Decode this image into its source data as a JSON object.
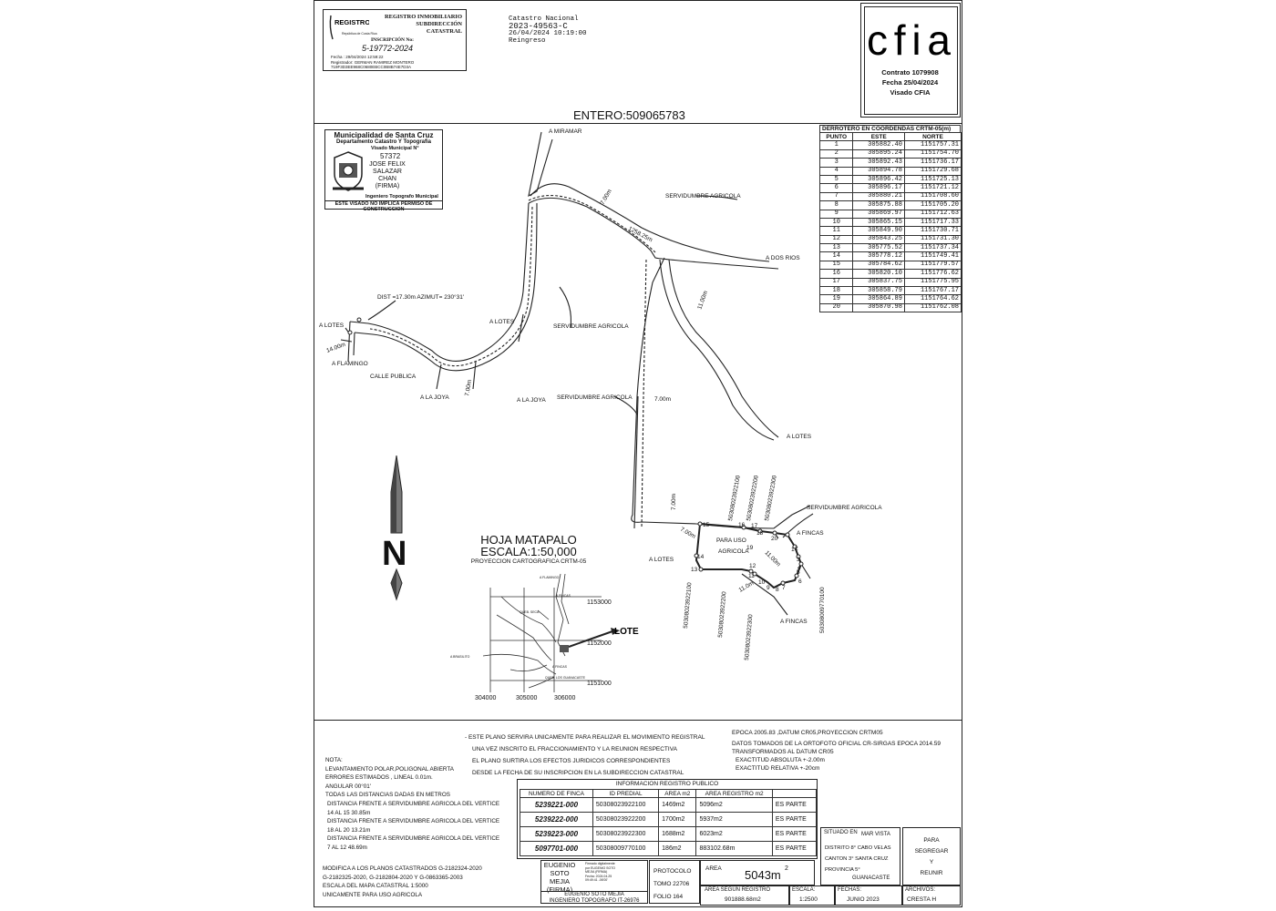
{
  "registro": {
    "logo_text": "REGISTRO NACIONAL",
    "logo_sub": "República de Costa Rica",
    "line1": "REGISTRO INMOBILIARIO",
    "line2": "SUBDIRECCIÓN",
    "line3": "CATASTRAL",
    "inscripcion_label": "INSCRIPCIÓN No:",
    "inscripcion_num": "5-19772-2024",
    "fecha": "Fecha      : 29/04/2024 12:59:22",
    "registrador": "Registrador: GERMAN RAMIREZ MONTERO",
    "hash": "719F3D3EE968C0680EBCC0B8B74E7D3A"
  },
  "catastro": {
    "line1": "Catastro Nacional",
    "line2": "2023-49563-C",
    "line3": "26/04/2024 10:19:00",
    "line4": "Reingreso"
  },
  "cfia": {
    "logo": "cfia",
    "contrato": "Contrato 1079908",
    "fecha": "Fecha 25/04/2024",
    "visado": "Visado CFIA"
  },
  "entero": "ENTERO:509065783",
  "muni": {
    "title": "Municipalidad de Santa Cruz",
    "dept": "Departamento Catastro Y Topografia",
    "visado": "Visado Municipal N°",
    "numero": "57372",
    "nombre1": "JOSE FELIX",
    "nombre2": "SALAZAR",
    "nombre3": "CHAN",
    "firma": "(FIRMA)",
    "cargo": "Ingeniero Topografo Municipal",
    "nota": "ESTE VISADO NO IMPLICA PERMISO DE CONSTRUCCION"
  },
  "coord_table": {
    "title": "DERROTERO EN COORDENDAS CRTM-05(m)",
    "headers": [
      "PUNTO",
      "ESTE",
      "NORTE"
    ],
    "rows": [
      [
        "1",
        "305882.40",
        "1151757.31"
      ],
      [
        "2",
        "305895.24",
        "1151754.70"
      ],
      [
        "3",
        "305892.43",
        "1151736.17"
      ],
      [
        "4",
        "305894.78",
        "1151729.68"
      ],
      [
        "5",
        "305896.42",
        "1151725.13"
      ],
      [
        "6",
        "305896.17",
        "1151721.12"
      ],
      [
        "7",
        "305880.21",
        "1151708.60"
      ],
      [
        "8",
        "305875.88",
        "1151705.20"
      ],
      [
        "9",
        "305869.97",
        "1151712.63"
      ],
      [
        "10",
        "305865.15",
        "1151717.33"
      ],
      [
        "11",
        "305849.90",
        "1151730.71"
      ],
      [
        "12",
        "305843.25",
        "1151731.30"
      ],
      [
        "13",
        "305775.52",
        "1151737.34"
      ],
      [
        "14",
        "305778.12",
        "1151749.41"
      ],
      [
        "15",
        "305784.62",
        "1151779.57"
      ],
      [
        "16",
        "305820.10",
        "1151776.62"
      ],
      [
        "17",
        "305837.75",
        "1151775.95"
      ],
      [
        "18",
        "305858.79",
        "1151767.17"
      ],
      [
        "19",
        "305864.89",
        "1151764.62"
      ],
      [
        "20",
        "305870.98",
        "1151762.08"
      ]
    ]
  },
  "map_labels": {
    "a_miramar": "A MIRAMAR",
    "serv_agricola_1": "SERVIDUMBRE AGRICOLA",
    "dist_7_1": "7.00m",
    "dist_1258": "1258.25m",
    "a_dos_rios": "A DOS RIOS",
    "dist_11": "11.00m",
    "dist_azimut": "DIST =17.30m   AZIMUT= 230°31'",
    "a_lotes_1": "A LOTES",
    "a_lotes_2": "A LOTES",
    "serv_agricola_2": "SERVIDUMBRE AGRICOLA",
    "dist_14": "14.00m",
    "a_flamingo": "A  FLAMINGO",
    "calle_publica": "CALLE PUBLICA",
    "a_la_joya_1": "A LA JOYA",
    "a_la_joya_2": "A LA JOYA",
    "dist_7_2": "7.00m",
    "serv_agricola_3": "SERVIDUMBRE AGRICOLA",
    "dist_7_3": "7.00m",
    "a_lotes_3": "A LOTES",
    "dist_7_4": "7.00m",
    "id1": "50308023922100",
    "id2": "50308023922200",
    "id3": "50308023922300",
    "serv_agricola_4": "SERVIDUMBRE AGRICOLA",
    "a_fincas_1": "A FINCAS",
    "dist_7_5": "7.00m",
    "para_uso": "PARA USO",
    "agricola": "AGRICOLA",
    "a_lotes_4": "A LOTES",
    "dist_11_2": "11.00m",
    "dist_11_3": "11.0m",
    "id4": "50308009770100",
    "id5": "50308023922100",
    "id6": "50308023922200",
    "id7": "50308023922300",
    "a_fincas_2": "A FINCAS"
  },
  "north": "N",
  "hoja": {
    "title": "HOJA MATAPALO",
    "escala": "ESCALA:1:50,000",
    "proyeccion": "PROYECCION CARTOGRAFICA CRTM-05",
    "y1": "1153000",
    "y2": "1152000",
    "y3": "1151000",
    "x1": "304000",
    "x2": "305000",
    "x3": "306000",
    "lote": "LOTE",
    "small1": "A FLAMINGO",
    "small2": "QUEB. SECA",
    "small3": "A BRASILITO",
    "small4": "A FINCAS",
    "small5": "QUEB. LOS GUANACASTE",
    "small6": "A FINCAS"
  },
  "notes_center": [
    "- ESTE PLANO SERVIRA UNICAMENTE PARA REALIZAR EL MOVIMIENTO REGISTRAL",
    "UNA VEZ INSCRITO EL FRACCIONAMIENTO Y LA REUNION RESPECTIVA",
    "EL PLANO SURTIRA LOS EFECTOS JURIDICOS CORRESPONDIENTES",
    "DESDE LA FECHA DE SU INSCRIPCION EN LA SUBDIRECCION CATASTRAL"
  ],
  "notes_right": [
    "EPOCA 2005.83 ,DATUM CR05,PROYECCION CRTM05",
    "DATOS TOMADOS DE LA ORTOFOTO OFICIAL CR-SIRGAS EPOCA 2014.59",
    "TRANSFORMADOS AL DATUM CR05",
    "EXACTITUD ABSOLUTA +-2.00m",
    "EXACTITUD RELATIVA +-20cm"
  ],
  "nota": {
    "title": "NOTA:",
    "lines": [
      "LEVANTAMIENTO POLAR,POLIGONAL ABIERTA",
      "ERRORES ESTIMADOS  , LINEAL 0.01m.",
      "ANGULAR 00°01'",
      "TODAS LAS DISTANCIAS DADAS EN METROS",
      "DISTANCIA FRENTE A SERVIDUMBRE AGRICOLA DEL VERTICE",
      "14 AL 15 30.85m",
      "DISTANCIA FRENTE A SERVIDUMBRE AGRICOLA DEL VERTICE",
      "18 AL 20 13.21m",
      "DISTANCIA FRENTE A SERVIDUMBRE AGRICOLA DEL VERTICE",
      "7 AL 12 48.69m"
    ]
  },
  "modifica": [
    "MODIFICA A LOS PLANOS CATASTRADOS      G-2182324-2020",
    "G-2182325-2020, G-2182804-2020 Y G-0863365-2003",
    "ESCALA DEL MAPA CATASTRAL 1:5000",
    "UNICAMENTE PARA USO AGRICOLA"
  ],
  "info_registro": {
    "title": "INFORMACION REGISTRO PUBLICO",
    "headers": [
      "NUMERO DE FINCA",
      "ID PREDIAL",
      "AREA m2",
      "AREA REGISTRO m2",
      ""
    ],
    "rows": [
      [
        "5239221-000",
        "50308023922100",
        "1469m2",
        "5096m2",
        "ES PARTE"
      ],
      [
        "5239222-000",
        "50308023922200",
        "1700m2",
        "5937m2",
        "ES PARTE"
      ],
      [
        "5239223-000",
        "50308023922300",
        "1688m2",
        "6023m2",
        "ES PARTE"
      ],
      [
        "5097701-000",
        "50308009770100",
        "186m2",
        "883102.68m",
        "ES PARTE"
      ]
    ]
  },
  "situado": {
    "label": "SITUADO EN",
    "lugar": "MAR VISTA",
    "distrito": "DISTRITO 8° CABO VELAS",
    "canton": "CANTON 3° SANTA CRUZ",
    "provincia": "PROVINCIA 5°",
    "prov_nombre": "GUANACASTE"
  },
  "para": {
    "l1": "PARA",
    "l2": "SEGREGAR",
    "l3": "Y",
    "l4": "REUNIR"
  },
  "firma": {
    "n1": "EUGENIO",
    "n2": "SOTO MEJIA",
    "n3": "(FIRMA)",
    "digital1": "Firmado digitalmente",
    "digital2": "por EUGENIO SOTO",
    "digital3": "MEJIA (FIRMA)",
    "digital4": "Fecha: 2024.04.25",
    "digital5": "09:49:41 -06'00'",
    "nombre": "EUGENIO SOTO MEJIA",
    "titulo": "INGENIERO TOPOGRAFO IT-26976"
  },
  "protocolo": {
    "label": "PROTOCOLO",
    "tomo": "TOMO 22706",
    "folio": "FOLIO 164"
  },
  "area": {
    "label": "AREA",
    "value": "5043m",
    "sup": "2"
  },
  "area_registro": {
    "label": "AREA SEGUN REGISTRO",
    "value": "901888.68m2"
  },
  "escala": {
    "label": "ESCALA:",
    "value": "1:2500"
  },
  "fechas": {
    "label": "FECHAS:",
    "value": "JUNIO 2023"
  },
  "archivos": {
    "label": "ARCHIVOS:",
    "value": "CRESTA H"
  }
}
